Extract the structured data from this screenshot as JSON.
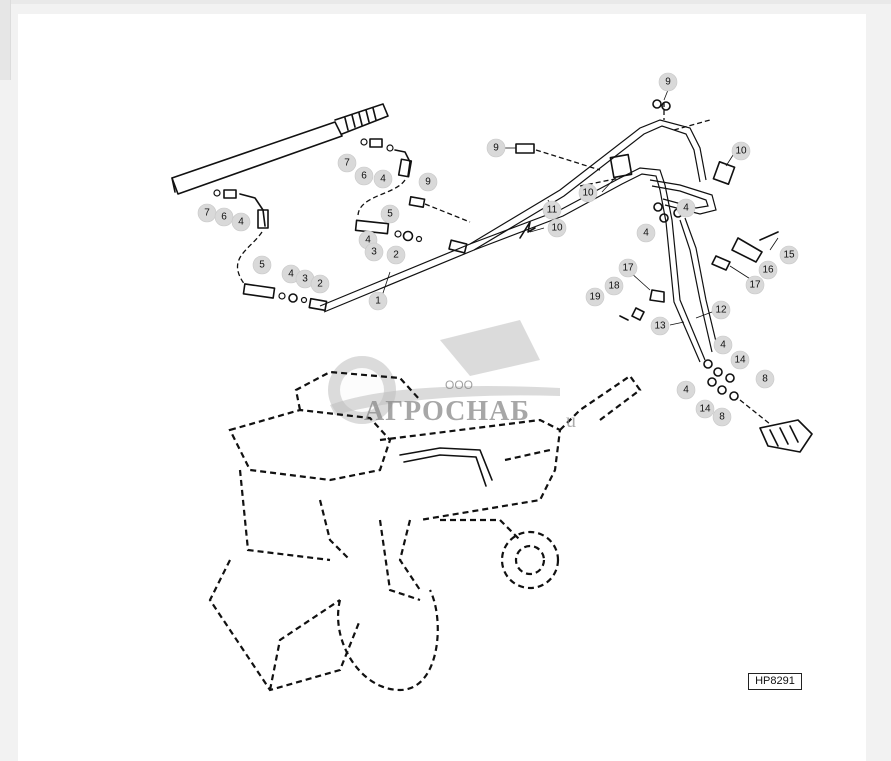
{
  "diagram": {
    "reference_code": "HP8291",
    "watermark": {
      "company_prefix": "ООО",
      "company_name": "АГРОСНАБ",
      "tail": "u"
    },
    "callouts": [
      {
        "id": "c-9a",
        "label": "9"
      },
      {
        "id": "c-9b",
        "label": "9"
      },
      {
        "id": "c-9c",
        "label": "9"
      },
      {
        "id": "c-10a",
        "label": "10"
      },
      {
        "id": "c-10b",
        "label": "10"
      },
      {
        "id": "c-10c",
        "label": "10"
      },
      {
        "id": "c-11",
        "label": "11"
      },
      {
        "id": "c-7a",
        "label": "7"
      },
      {
        "id": "c-6a",
        "label": "6"
      },
      {
        "id": "c-4a",
        "label": "4"
      },
      {
        "id": "c-7b",
        "label": "7"
      },
      {
        "id": "c-6b",
        "label": "6"
      },
      {
        "id": "c-4b",
        "label": "4"
      },
      {
        "id": "c-5a",
        "label": "5"
      },
      {
        "id": "c-5b",
        "label": "5"
      },
      {
        "id": "c-4c",
        "label": "4"
      },
      {
        "id": "c-3a",
        "label": "3"
      },
      {
        "id": "c-2a",
        "label": "2"
      },
      {
        "id": "c-4d",
        "label": "4"
      },
      {
        "id": "c-3b",
        "label": "3"
      },
      {
        "id": "c-2b",
        "label": "2"
      },
      {
        "id": "c-1",
        "label": "1"
      },
      {
        "id": "c-4e",
        "label": "4"
      },
      {
        "id": "c-4f",
        "label": "4"
      },
      {
        "id": "c-15",
        "label": "15"
      },
      {
        "id": "c-16",
        "label": "16"
      },
      {
        "id": "c-17a",
        "label": "17"
      },
      {
        "id": "c-17b",
        "label": "17"
      },
      {
        "id": "c-18",
        "label": "18"
      },
      {
        "id": "c-19",
        "label": "19"
      },
      {
        "id": "c-12",
        "label": "12"
      },
      {
        "id": "c-13",
        "label": "13"
      },
      {
        "id": "c-4g",
        "label": "4"
      },
      {
        "id": "c-14a",
        "label": "14"
      },
      {
        "id": "c-8a",
        "label": "8"
      },
      {
        "id": "c-4h",
        "label": "4"
      },
      {
        "id": "c-14b",
        "label": "14"
      },
      {
        "id": "c-8b",
        "label": "8"
      }
    ]
  }
}
